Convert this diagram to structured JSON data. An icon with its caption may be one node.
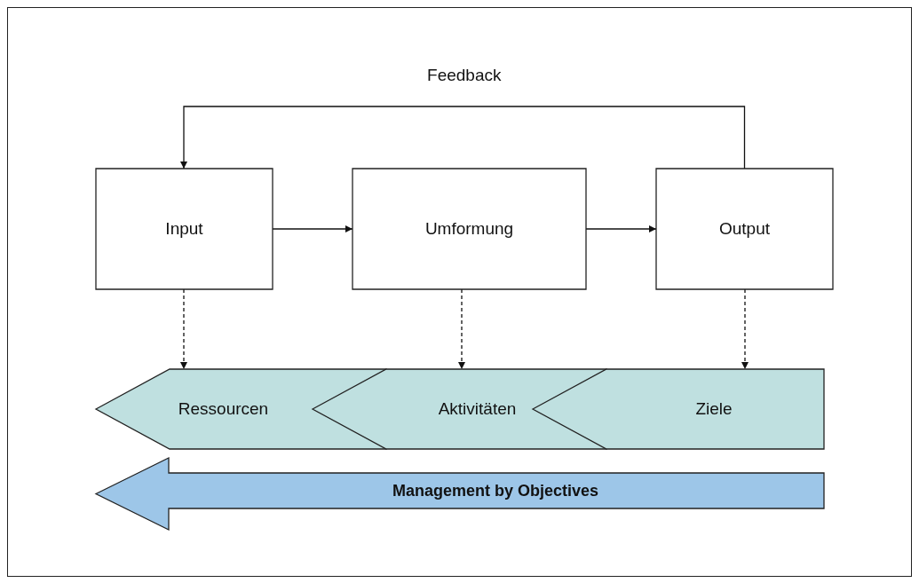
{
  "diagram": {
    "nodes": [
      {
        "text": [
          "Input"
        ]
      },
      {
        "text": [
          "Umformung"
        ]
      },
      {
        "text": [
          "Output"
        ]
      },
      {
        "text": [
          "Ressourcen"
        ]
      },
      {
        "text": [
          "Aktivitäten"
        ]
      },
      {
        "text": [
          "Ziele"
        ]
      },
      {
        "text": [
          "Management by Objectives"
        ]
      }
    ],
    "edges": [
      {
        "from": 0,
        "to": 1,
        "arrow": "to"
      },
      {
        "from": 1,
        "to": 2,
        "arrow": "to"
      },
      {
        "from": 2,
        "to": 0,
        "arrow": "to",
        "label": "Feedback"
      },
      {
        "from": 0,
        "to": 3,
        "arrow": "to",
        "style": "dashed"
      },
      {
        "from": 1,
        "to": 4,
        "arrow": "to",
        "style": "dashed"
      },
      {
        "from": 2,
        "to": 5,
        "arrow": "to",
        "style": "dashed"
      }
    ]
  }
}
